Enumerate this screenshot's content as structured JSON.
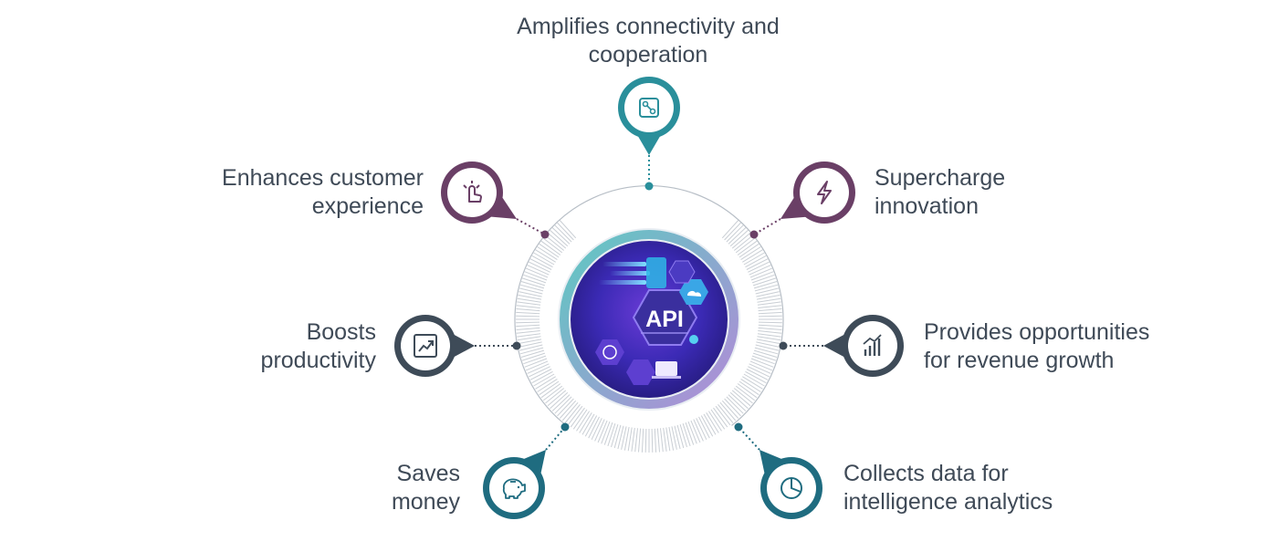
{
  "center": {
    "label": "API"
  },
  "benefits": [
    {
      "id": "connectivity",
      "lines": [
        "Amplifies connectivity and",
        "cooperation"
      ],
      "icon": "link-nodes-icon",
      "color": "#2a8f9b"
    },
    {
      "id": "customer",
      "lines": [
        "Enhances customer",
        "experience"
      ],
      "icon": "tap-hand-icon",
      "color": "#6a3f66"
    },
    {
      "id": "innovation",
      "lines": [
        "Supercharge",
        "innovation"
      ],
      "icon": "lightning-icon",
      "color": "#6a3f66"
    },
    {
      "id": "productivity",
      "lines": [
        "Boosts",
        "productivity"
      ],
      "icon": "trend-chart-icon",
      "color": "#3e4b58"
    },
    {
      "id": "revenue",
      "lines": [
        "Provides opportunities",
        "for revenue growth"
      ],
      "icon": "bar-growth-icon",
      "color": "#3e4b58"
    },
    {
      "id": "money",
      "lines": [
        "Saves",
        "money"
      ],
      "icon": "piggy-bank-icon",
      "color": "#1f6c80"
    },
    {
      "id": "analytics",
      "lines": [
        "Collects data for",
        "intelligence analytics"
      ],
      "icon": "pie-chart-icon",
      "color": "#1f6c80"
    }
  ]
}
